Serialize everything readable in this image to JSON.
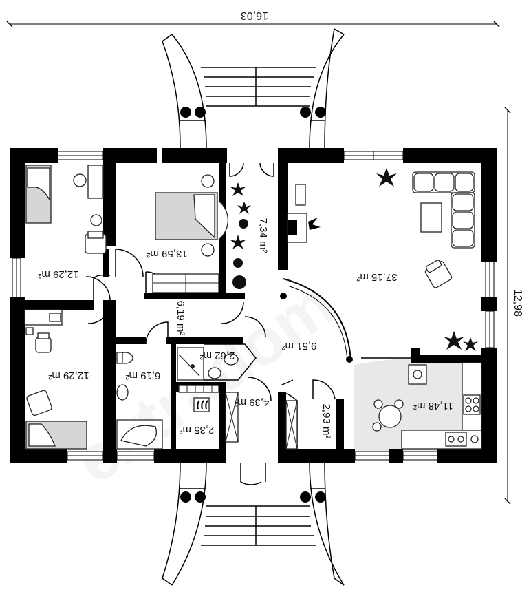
{
  "dimensions": {
    "width_label": "16,03",
    "depth_label": "12,98"
  },
  "rooms": [
    {
      "id": "bedroom-nw",
      "area": "12,29 m²"
    },
    {
      "id": "bedroom-master",
      "area": "13,59 m²"
    },
    {
      "id": "corridor-north",
      "area": "7,34 m²"
    },
    {
      "id": "living-room",
      "area": "37,15 m²"
    },
    {
      "id": "bedroom-sw",
      "area": "12,29 m²"
    },
    {
      "id": "hall-small",
      "area": "6,19 m²"
    },
    {
      "id": "bathroom",
      "area": "6,19 m²"
    },
    {
      "id": "wc",
      "area": "2,62 m²"
    },
    {
      "id": "boiler",
      "area": "2,35 m²"
    },
    {
      "id": "entrance",
      "area": "4,39 m²"
    },
    {
      "id": "closet",
      "area": "2,93 m²"
    },
    {
      "id": "hall-main",
      "area": "9,51 m²"
    },
    {
      "id": "kitchen",
      "area": "11,48 m²"
    }
  ],
  "watermark": "extradom",
  "colors": {
    "wall": "#000000",
    "shade": "#e6e6e6",
    "line": "#000000"
  }
}
